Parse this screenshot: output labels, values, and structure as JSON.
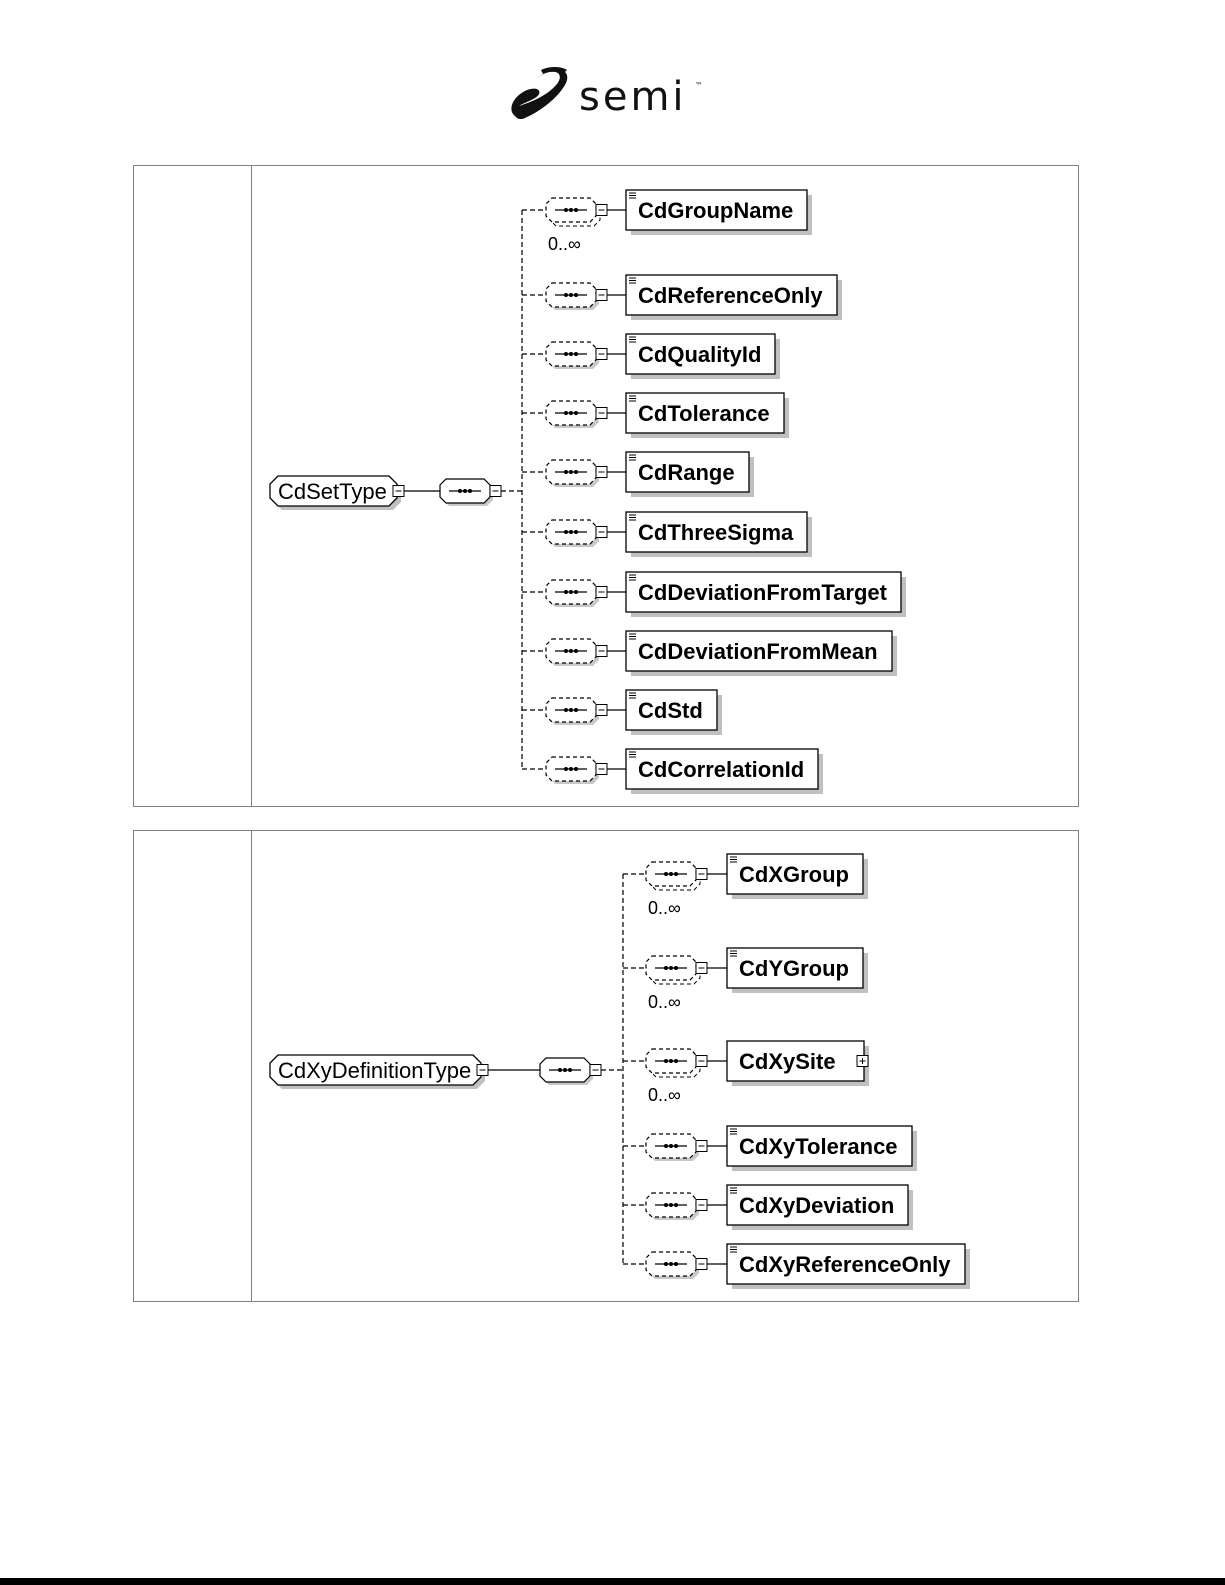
{
  "header": {
    "logo_wordmark": "semi"
  },
  "diagrams": [
    {
      "root": "CdSetType",
      "elements": [
        {
          "label": "CdGroupName",
          "multiplicity": "0..∞",
          "expandable": false
        },
        {
          "label": "CdReferenceOnly",
          "multiplicity": "",
          "expandable": false
        },
        {
          "label": "CdQualityId",
          "multiplicity": "",
          "expandable": false
        },
        {
          "label": "CdTolerance",
          "multiplicity": "",
          "expandable": false
        },
        {
          "label": "CdRange",
          "multiplicity": "",
          "expandable": false
        },
        {
          "label": "CdThreeSigma",
          "multiplicity": "",
          "expandable": false
        },
        {
          "label": "CdDeviationFromTarget",
          "multiplicity": "",
          "expandable": false
        },
        {
          "label": "CdDeviationFromMean",
          "multiplicity": "",
          "expandable": false
        },
        {
          "label": "CdStd",
          "multiplicity": "",
          "expandable": false
        },
        {
          "label": "CdCorrelationId",
          "multiplicity": "",
          "expandable": false
        }
      ]
    },
    {
      "root": "CdXyDefinitionType",
      "elements": [
        {
          "label": "CdXGroup",
          "multiplicity": "0..∞",
          "expandable": false
        },
        {
          "label": "CdYGroup",
          "multiplicity": "0..∞",
          "expandable": false
        },
        {
          "label": "CdXySite",
          "multiplicity": "0..∞",
          "expandable": true
        },
        {
          "label": "CdXyTolerance",
          "multiplicity": "",
          "expandable": false
        },
        {
          "label": "CdXyDeviation",
          "multiplicity": "",
          "expandable": false
        },
        {
          "label": "CdXyReferenceOnly",
          "multiplicity": "",
          "expandable": false
        }
      ]
    }
  ]
}
